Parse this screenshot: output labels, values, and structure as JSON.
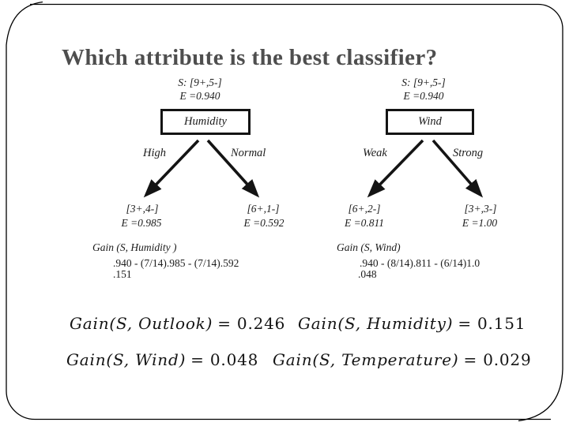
{
  "slide": {
    "title": "Which attribute is the best classifier?",
    "colors": {
      "title": "#4e4e4e",
      "ink": "#1c1c1c",
      "background": "#ffffff",
      "border": "#000000"
    }
  },
  "trees": [
    {
      "name": "Humidity",
      "root_set": "S: [9+,5-]",
      "root_entropy": "E =0.940",
      "node_label": "Humidity",
      "branches": [
        "High",
        "Normal"
      ],
      "leaves": [
        {
          "counts": "[3+,4-]",
          "entropy": "E =0.985"
        },
        {
          "counts": "[6+,1-]",
          "entropy": "E =0.592"
        }
      ],
      "gain_heading": "Gain (S, Humidity )",
      "gain_expression": ".940 - (7/14).985 - (7/14).592",
      "gain_result": ".151"
    },
    {
      "name": "Wind",
      "root_set": "S: [9+,5-]",
      "root_entropy": "E =0.940",
      "node_label": "Wind",
      "branches": [
        "Weak",
        "Strong"
      ],
      "leaves": [
        {
          "counts": "[6+,2-]",
          "entropy": "E =0.811"
        },
        {
          "counts": "[3+,3-]",
          "entropy": "E =1.00"
        }
      ],
      "gain_heading": "Gain (S, Wind)",
      "gain_expression": ".940 - (8/14).811 - (6/14)1.0",
      "gain_result": ".048"
    }
  ],
  "summary": {
    "row1": [
      {
        "lhs": "Gain(S, Outlook)",
        "rhs": "= 0.246"
      },
      {
        "lhs": "Gain(S, Humidity)",
        "rhs": "= 0.151"
      }
    ],
    "row2": [
      {
        "lhs": "Gain(S, Wind)",
        "rhs": "= 0.048"
      },
      {
        "lhs": "Gain(S, Temperature)",
        "rhs": "= 0.029"
      }
    ]
  }
}
